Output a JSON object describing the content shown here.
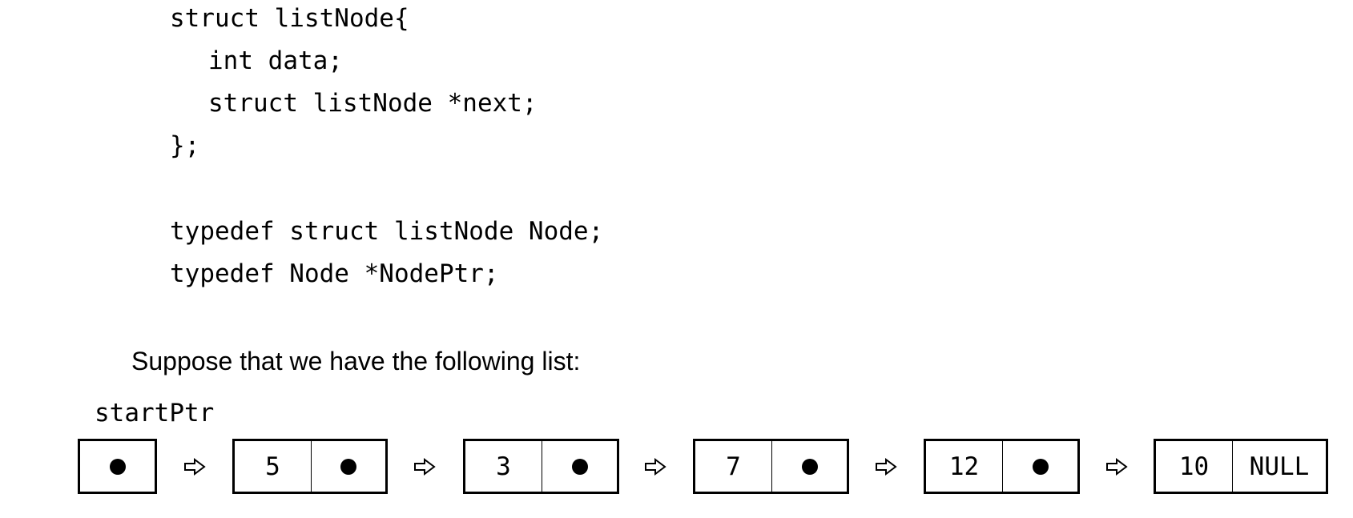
{
  "code": {
    "struct_open": "struct listNode{",
    "field_data": "int data;",
    "field_next": "struct listNode *next;",
    "struct_close": "};",
    "typedef_node": "typedef struct listNode Node;",
    "typedef_ptr": "typedef Node *NodePtr;"
  },
  "prose": {
    "intro": "Suppose that we have the following list:"
  },
  "diagram": {
    "start_label": "startPtr",
    "nodes": [
      {
        "data": "5",
        "next": "pointer"
      },
      {
        "data": "3",
        "next": "pointer"
      },
      {
        "data": "7",
        "next": "pointer"
      },
      {
        "data": "12",
        "next": "pointer"
      },
      {
        "data": "10",
        "next": "NULL"
      }
    ],
    "null_label": "NULL",
    "arrow_icon": "hollow-right-arrow-icon",
    "pointer_icon": "filled-circle-icon"
  }
}
